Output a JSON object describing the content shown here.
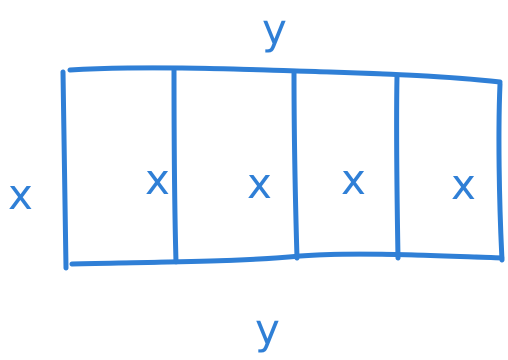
{
  "diagram": {
    "top_label": "y",
    "bottom_label": "y",
    "left_label": "x",
    "interior_labels": [
      "x",
      "x",
      "x",
      "x"
    ]
  },
  "colors": {
    "stroke": "#2f7fd6",
    "background": "#ffffff"
  }
}
